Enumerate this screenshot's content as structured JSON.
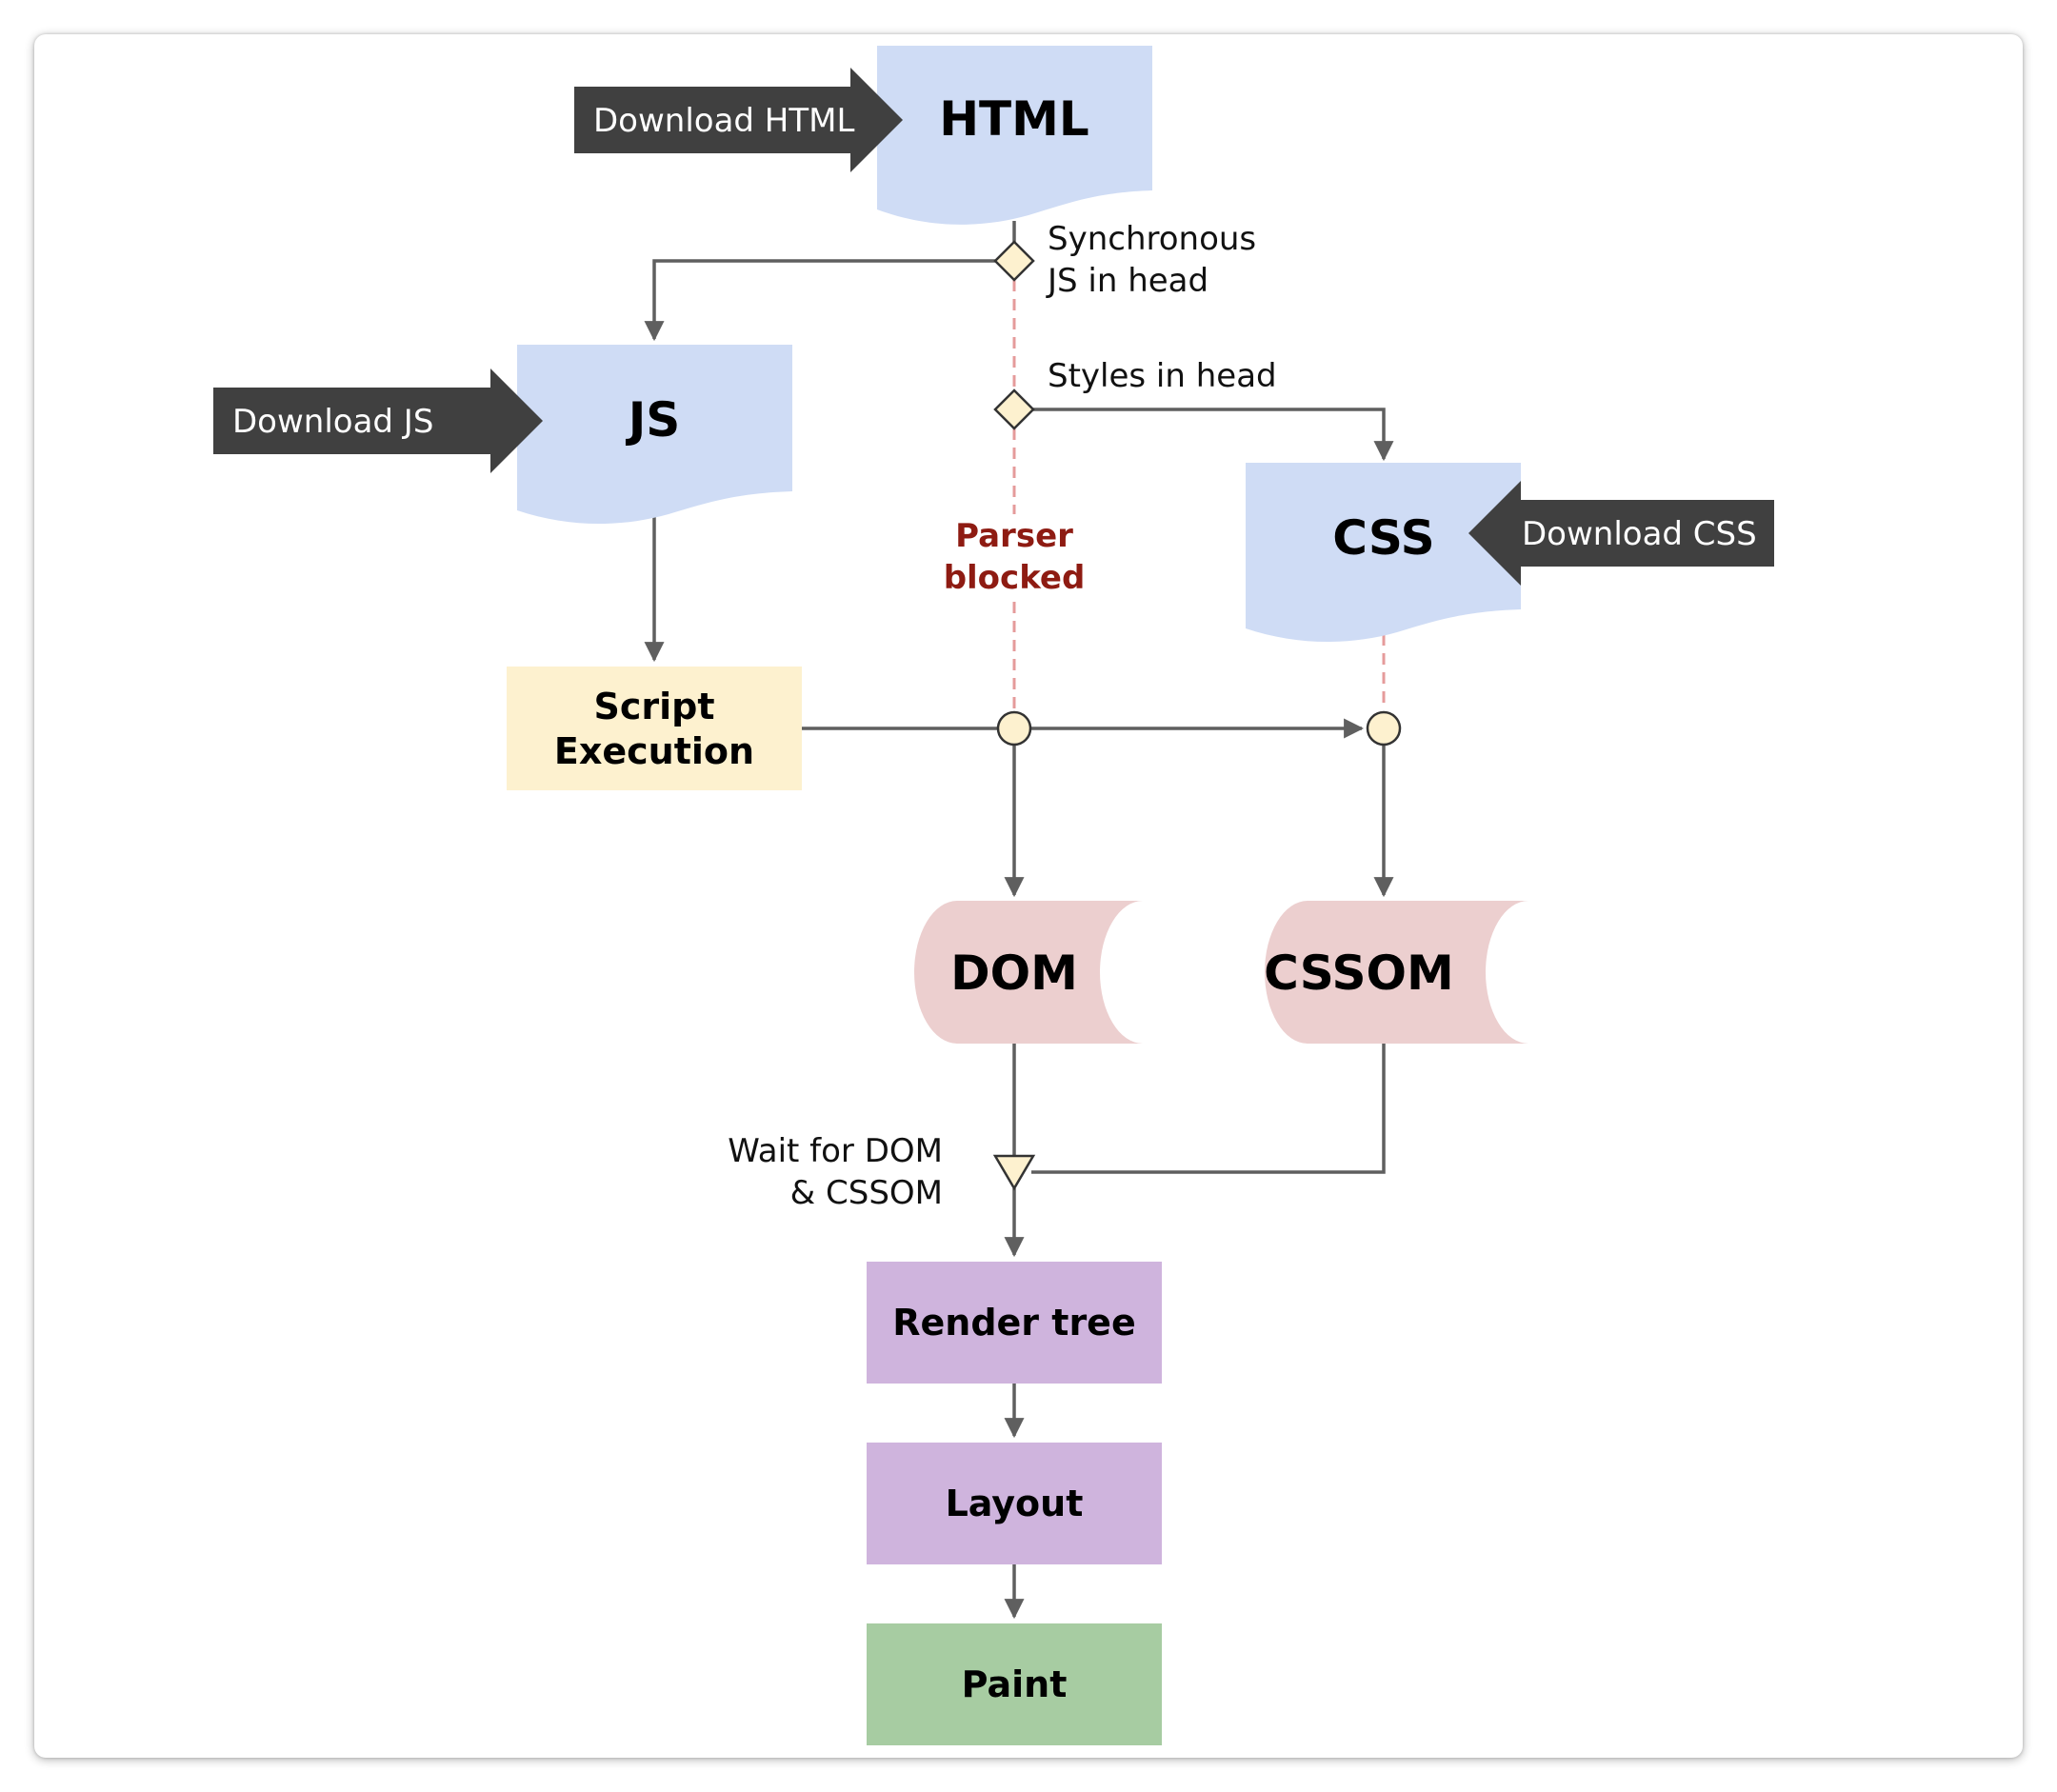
{
  "documents": {
    "html": "HTML",
    "js": "JS",
    "css": "CSS"
  },
  "downloads": {
    "html": "Download HTML",
    "js": "Download JS",
    "css": "Download CSS"
  },
  "decisions": {
    "sync_js_line1": "Synchronous",
    "sync_js_line2": "JS in head",
    "styles": "Styles in head"
  },
  "parser_blocked": {
    "line1": "Parser",
    "line2": "blocked"
  },
  "process": {
    "script_line1": "Script",
    "script_line2": "Execution",
    "render_tree": "Render tree",
    "layout": "Layout",
    "paint": "Paint"
  },
  "storage": {
    "dom": "DOM",
    "cssom": "CSSOM"
  },
  "wait": {
    "line1": "Wait for DOM",
    "line2": "& CSSOM"
  },
  "colors": {
    "document_fill": "#cfdcf5",
    "download_fill": "#404040",
    "script_fill": "#fdf1cf",
    "storage_fill": "#eccfcf",
    "process_fill": "#cfb4dd",
    "paint_fill": "#a7cca2",
    "connector": "#5f5f5f",
    "blocked_line": "#e59b9b",
    "blocked_text": "#8e1b12",
    "junction_fill": "#fdf1cf"
  }
}
